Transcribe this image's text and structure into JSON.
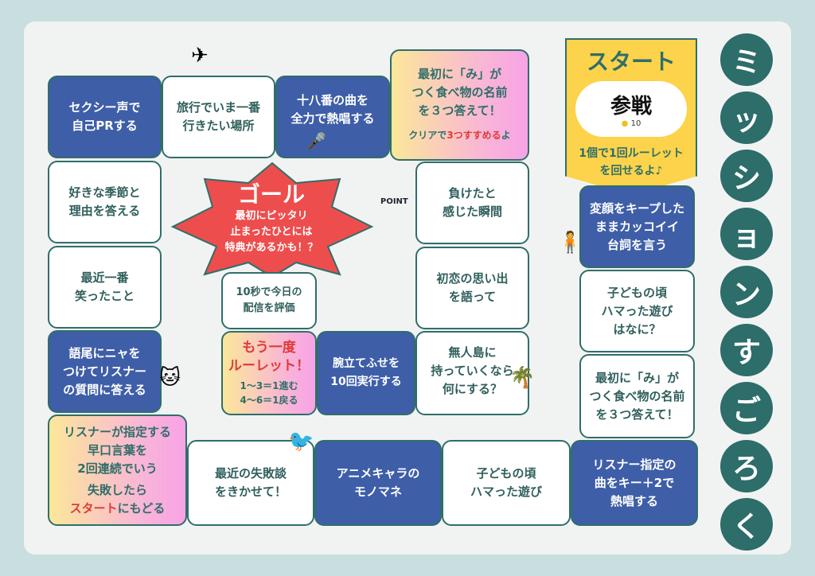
{
  "title_chars": [
    "ミ",
    "ッ",
    "シ",
    "ョ",
    "ン",
    "す",
    "ご",
    "ろ",
    "く"
  ],
  "start": {
    "label": "スタート",
    "badge": "参戦",
    "coin": "10",
    "note": "1個で1回ルーレット\nを回せるよ♪"
  },
  "goal": {
    "label": "ゴール",
    "note": "最初にピッタリ\n止まったひとには\n特典があるかも！？"
  },
  "tiles": {
    "sexy": "セクシー声で\n自己PRする",
    "travel": "旅行でいま一番\n行きたい場所",
    "karaoke": "十八番の曲を\n全力で熱唱する",
    "mi1": "最初に「み」が\nつく食べ物の名前\nを３つ答えて！",
    "mi1_note_a": "クリアで",
    "mi1_note_b": "3つすすめる",
    "mi1_note_c": "よ",
    "season": "好きな季節と\n理由を答える",
    "laugh": "最近一番\n笑ったこと",
    "nya": "語尾にニャを\nつけてリスナー\nの質問に答える",
    "tongue": "リスナーが指定する\n早口言葉を\n2回連続でいう",
    "tongue_fail_a": "失敗したら",
    "tongue_fail_b": "スタート",
    "tongue_fail_c": "にもどる",
    "fail": "最近の失敗談\nをきかせて！",
    "anime": "アニメキャラの\nモノマネ",
    "play": "子どもの頃\nハマった遊び",
    "song": "リスナー指定の\n曲をキー＋2で\n熱唱する",
    "lost": "負けたと\n感じた瞬間",
    "love": "初恋の思い出\nを語って",
    "island": "無人島に\n持っていくなら\n何にする？",
    "face": "変顔をキープした\nままカッコイイ\n台詞を言う",
    "play2": "子どもの頃\nハマった遊び\nはなに？",
    "mi2": "最初に「み」が\nつく食べ物の名前\nを３つ答えて！",
    "rate": "10秒で今日の\n配信を評価",
    "again": "もう一度\nルーレット！",
    "again_rule": "1～3＝1進む\n4～6＝1戻る",
    "pushup": "腕立てふせを\n10回実行する"
  },
  "deco": {
    "point": "POINT"
  }
}
